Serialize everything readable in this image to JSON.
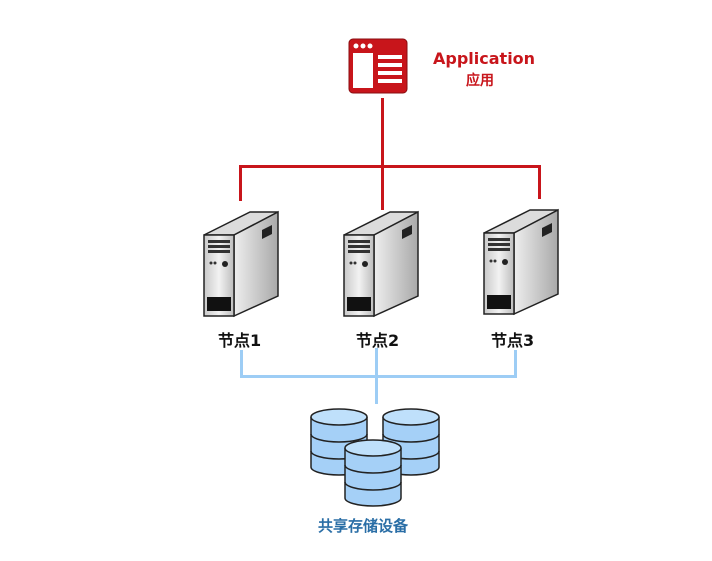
{
  "application": {
    "title": "Application",
    "subtitle": "应用",
    "icon": "application-window-icon",
    "color": "#c8151b"
  },
  "nodes": [
    {
      "label": "节点1",
      "icon": "server-tower-icon"
    },
    {
      "label": "节点2",
      "icon": "server-tower-icon"
    },
    {
      "label": "节点3",
      "icon": "server-tower-icon"
    }
  ],
  "storage": {
    "label": "共享存储设备",
    "icon": "database-cluster-icon",
    "color": "#2a6ea6"
  },
  "connectors": {
    "app_to_nodes_color": "#c8151b",
    "nodes_to_storage_color": "#9dcdf5"
  }
}
